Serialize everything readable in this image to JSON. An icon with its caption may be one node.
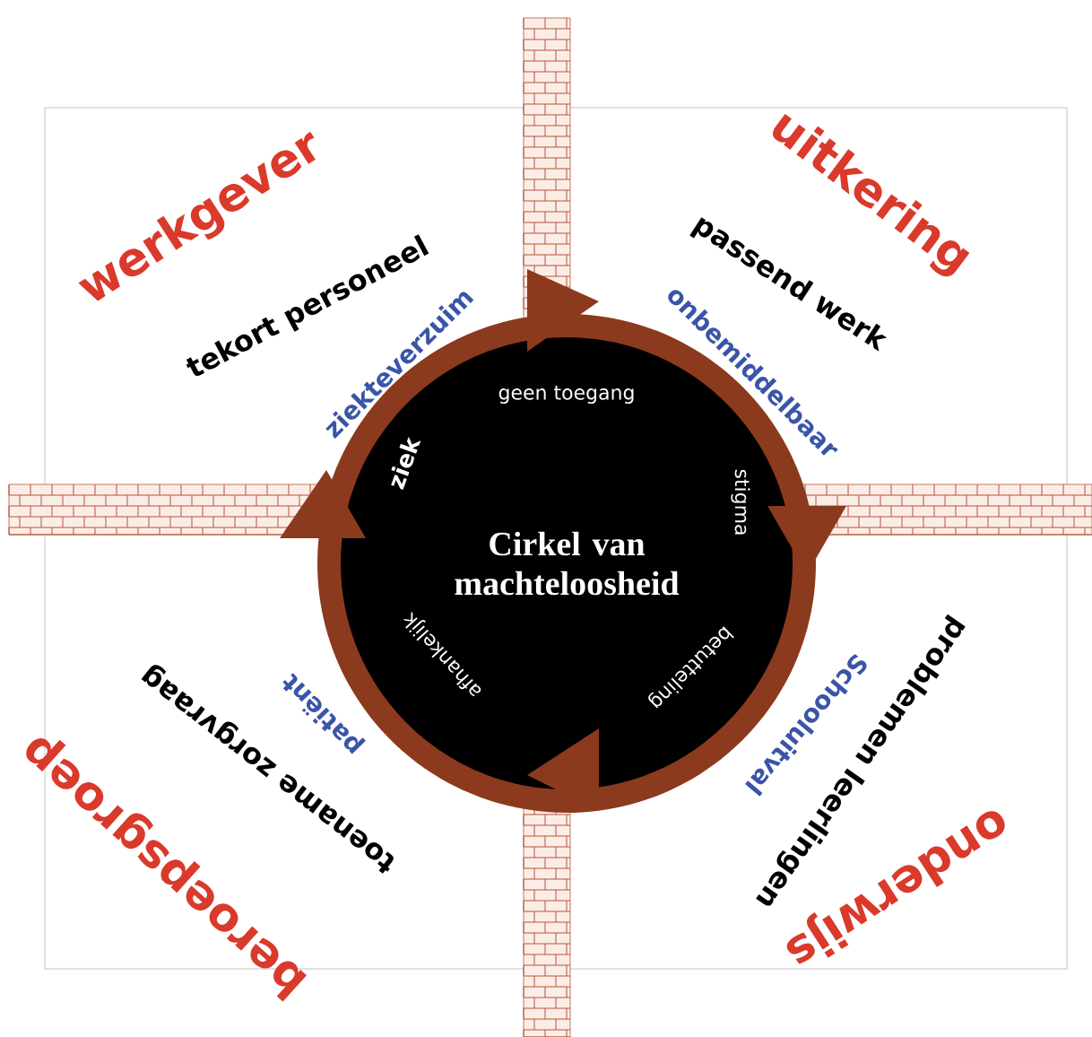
{
  "diagram": {
    "nodes": [
      {
        "text": [
          "Cirkel van machteloosheid"
        ]
      }
    ],
    "labels": [
      "werkgever",
      "uitkering",
      "passend werk",
      "tekort personeel",
      "onbemiddelbaar",
      "ziekteverzuim",
      "geen toegang",
      "ziek",
      "stigma",
      "afhankelijk",
      "betutteling",
      "patiënt",
      "Schooluitval",
      "problemen leerlingen",
      "toename zorgvraag",
      "beroepsgroep",
      "onderwijs"
    ]
  }
}
